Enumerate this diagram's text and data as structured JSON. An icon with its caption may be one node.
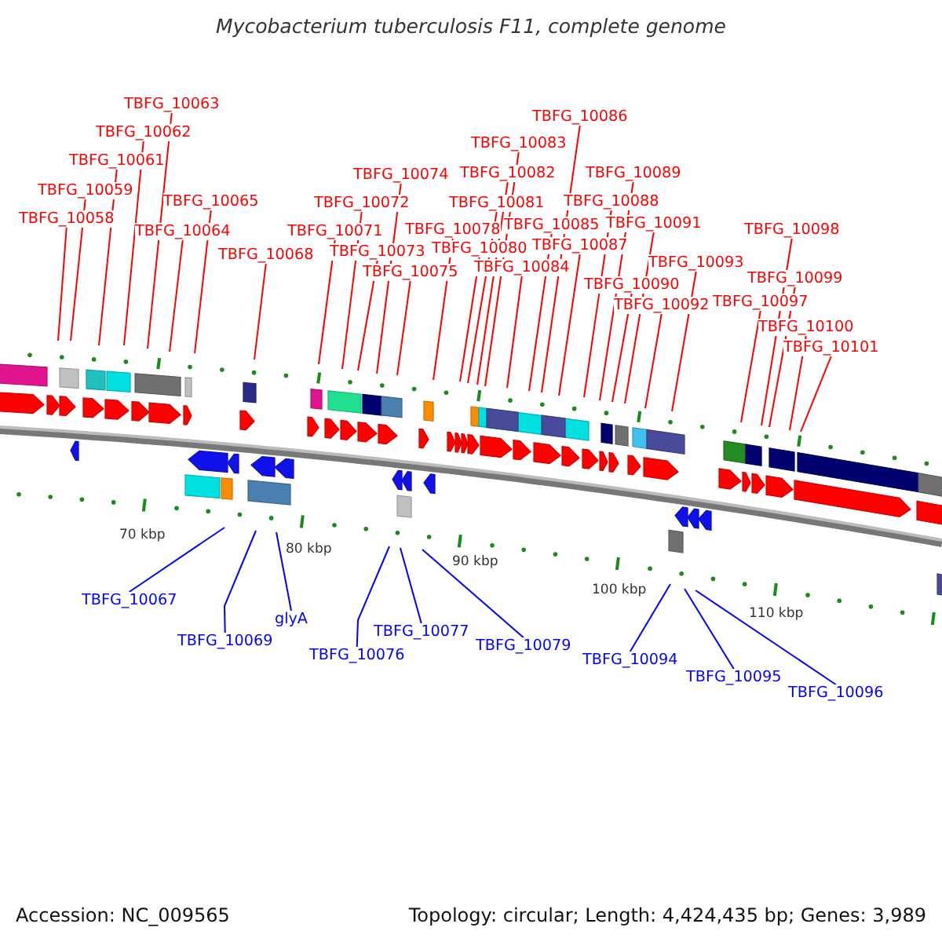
{
  "diagram": {
    "title": "Mycobacterium tuberculosis F11, complete genome",
    "nodes": [
      {
        "text": [
          "TBFG_10058"
        ]
      },
      {
        "text": [
          "TBFG_10059"
        ]
      },
      {
        "text": [
          "TBFG_10061"
        ]
      },
      {
        "text": [
          "TBFG_10062"
        ]
      },
      {
        "text": [
          "TBFG_10063"
        ]
      },
      {
        "text": [
          "TBFG_10064"
        ]
      },
      {
        "text": [
          "TBFG_10065"
        ]
      },
      {
        "text": [
          "TBFG_10068"
        ]
      },
      {
        "text": [
          "TBFG_10071"
        ]
      },
      {
        "text": [
          "TBFG_10072"
        ]
      },
      {
        "text": [
          "TBFG_10073"
        ]
      },
      {
        "text": [
          "TBFG_10074"
        ]
      },
      {
        "text": [
          "TBFG_10075"
        ]
      },
      {
        "text": [
          "TBFG_10078"
        ]
      },
      {
        "text": [
          "TBFG_10080"
        ]
      },
      {
        "text": [
          "TBFG_10081"
        ]
      },
      {
        "text": [
          "TBFG_10082"
        ]
      },
      {
        "text": [
          "TBFG_10083"
        ]
      },
      {
        "text": [
          "TBFG_10084"
        ]
      },
      {
        "text": [
          "TBFG_10085"
        ]
      },
      {
        "text": [
          "TBFG_10086"
        ]
      },
      {
        "text": [
          "TBFG_10087"
        ]
      },
      {
        "text": [
          "TBFG_10088"
        ]
      },
      {
        "text": [
          "TBFG_10089"
        ]
      },
      {
        "text": [
          "TBFG_10090"
        ]
      },
      {
        "text": [
          "TBFG_10091"
        ]
      },
      {
        "text": [
          "TBFG_10092"
        ]
      },
      {
        "text": [
          "TBFG_10093"
        ]
      },
      {
        "text": [
          "TBFG_10097"
        ]
      },
      {
        "text": [
          "TBFG_10098"
        ]
      },
      {
        "text": [
          "TBFG_10099"
        ]
      },
      {
        "text": [
          "TBFG_10100"
        ]
      },
      {
        "text": [
          "TBFG_10101"
        ]
      },
      {
        "text": [
          "TBFG_10067"
        ]
      },
      {
        "text": [
          "TBFG_10069"
        ]
      },
      {
        "text": [
          "glyA"
        ]
      },
      {
        "text": [
          "TBFG_10076"
        ]
      },
      {
        "text": [
          "TBFG_10077"
        ]
      },
      {
        "text": [
          "TBFG_10079"
        ]
      },
      {
        "text": [
          "TBFG_10094"
        ]
      },
      {
        "text": [
          "TBFG_10095"
        ]
      },
      {
        "text": [
          "TBFG_10096"
        ]
      }
    ],
    "edges": [
      {
        "from": 0,
        "to": null,
        "arrow": "none"
      },
      {
        "from": 1,
        "to": null,
        "arrow": "none"
      },
      {
        "from": 2,
        "to": null,
        "arrow": "none"
      },
      {
        "from": 3,
        "to": null,
        "arrow": "none"
      },
      {
        "from": 4,
        "to": null,
        "arrow": "none"
      },
      {
        "from": 5,
        "to": null,
        "arrow": "none"
      },
      {
        "from": 6,
        "to": null,
        "arrow": "none"
      },
      {
        "from": 7,
        "to": null,
        "arrow": "none"
      },
      {
        "from": 8,
        "to": null,
        "arrow": "none"
      },
      {
        "from": 9,
        "to": null,
        "arrow": "none"
      },
      {
        "from": 10,
        "to": null,
        "arrow": "none"
      },
      {
        "from": 11,
        "to": null,
        "arrow": "none"
      },
      {
        "from": 12,
        "to": null,
        "arrow": "none"
      },
      {
        "from": 13,
        "to": null,
        "arrow": "none"
      },
      {
        "from": 14,
        "to": null,
        "arrow": "none"
      },
      {
        "from": 15,
        "to": null,
        "arrow": "none"
      },
      {
        "from": 16,
        "to": null,
        "arrow": "none"
      },
      {
        "from": 17,
        "to": null,
        "arrow": "none"
      },
      {
        "from": 18,
        "to": null,
        "arrow": "none"
      },
      {
        "from": 19,
        "to": null,
        "arrow": "none"
      },
      {
        "from": 20,
        "to": null,
        "arrow": "none"
      },
      {
        "from": 21,
        "to": null,
        "arrow": "none"
      },
      {
        "from": 22,
        "to": null,
        "arrow": "none"
      },
      {
        "from": 23,
        "to": null,
        "arrow": "none"
      },
      {
        "from": 24,
        "to": null,
        "arrow": "none"
      },
      {
        "from": 25,
        "to": null,
        "arrow": "none"
      },
      {
        "from": 26,
        "to": null,
        "arrow": "none"
      },
      {
        "from": 27,
        "to": null,
        "arrow": "none"
      },
      {
        "from": 28,
        "to": null,
        "arrow": "none"
      },
      {
        "from": 29,
        "to": null,
        "arrow": "none"
      },
      {
        "from": 30,
        "to": null,
        "arrow": "none"
      },
      {
        "from": 31,
        "to": null,
        "arrow": "none"
      },
      {
        "from": 32,
        "to": null,
        "arrow": "none"
      },
      {
        "from": 33,
        "to": null,
        "arrow": "none",
        "color": "#0000ff"
      },
      {
        "from": 34,
        "to": null,
        "arrow": "none",
        "color": "#0000ff"
      },
      {
        "from": 35,
        "to": null,
        "arrow": "none",
        "color": "#0000ff"
      },
      {
        "from": 36,
        "to": null,
        "arrow": "none",
        "color": "#0000ff"
      },
      {
        "from": 37,
        "to": null,
        "arrow": "none",
        "color": "#0000ff"
      },
      {
        "from": 38,
        "to": null,
        "arrow": "none",
        "color": "#0000ff"
      },
      {
        "from": 39,
        "to": null,
        "arrow": "none",
        "color": "#0000ff"
      },
      {
        "from": 40,
        "to": null,
        "arrow": "none",
        "color": "#0000ff"
      },
      {
        "from": 41,
        "to": null,
        "arrow": "none",
        "color": "#0000ff"
      }
    ],
    "labels": [
      "70 kbp",
      "80 kbp",
      "90 kbp",
      "100 kbp",
      "110 kbp",
      "Accession: NC_009565",
      "Topology: circular; Length: 4,424,435 bp; Genes: 3,989"
    ]
  }
}
